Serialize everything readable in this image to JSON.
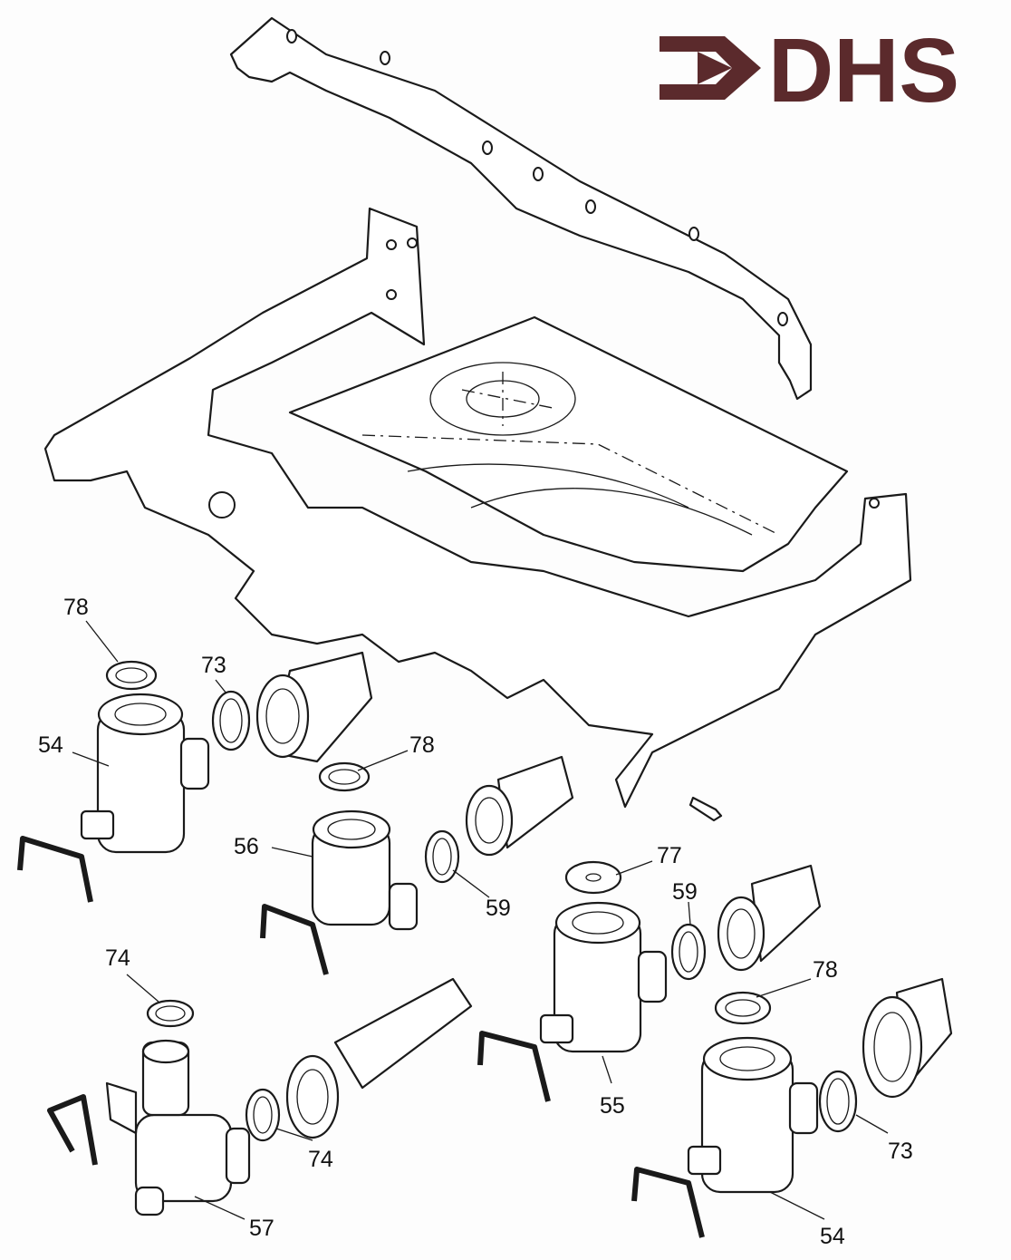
{
  "logo": {
    "text": "DHS",
    "color": "#5b2a2c"
  },
  "callouts": [
    {
      "id": "78"
    },
    {
      "id": "73"
    },
    {
      "id": "54"
    },
    {
      "id": "78"
    },
    {
      "id": "56"
    },
    {
      "id": "59"
    },
    {
      "id": "77"
    },
    {
      "id": "59"
    },
    {
      "id": "74"
    },
    {
      "id": "78"
    },
    {
      "id": "55"
    },
    {
      "id": "74"
    },
    {
      "id": "73"
    },
    {
      "id": "57"
    },
    {
      "id": "54"
    }
  ]
}
